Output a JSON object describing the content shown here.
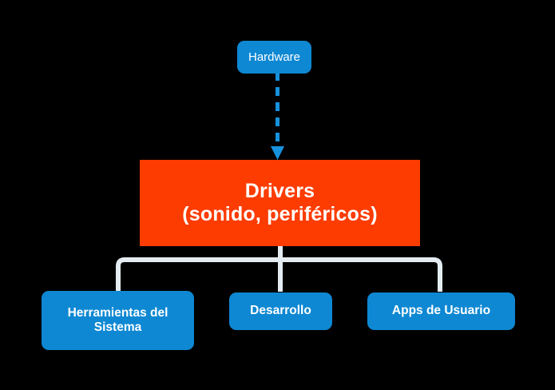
{
  "diagram": {
    "title_text": "",
    "background_color": "#000000",
    "colors": {
      "node_blue": "#0E88D3",
      "node_orange": "#FC3C00",
      "connector_white": "#E4ECF2",
      "arrow_blue": "#1792DE",
      "text_white": "#FFFFFF"
    },
    "nodes": {
      "hardware": {
        "label": "Hardware",
        "shape": "rounded-rectangle",
        "fill": "#0E88D3"
      },
      "drivers": {
        "label": "Drivers\n(sonido, periféricos)",
        "line1": "Drivers",
        "line2": "(sonido, periféricos)",
        "shape": "rectangle",
        "fill": "#FC3C00"
      },
      "herramientas": {
        "label": "Herramientas del\nSistema",
        "line1": "Herramientas del",
        "line2": "Sistema",
        "shape": "rounded-rectangle",
        "fill": "#0E88D3"
      },
      "desarrollo": {
        "label": "Desarrollo",
        "shape": "rounded-rectangle",
        "fill": "#0E88D3"
      },
      "apps_usuario": {
        "label": "Apps de Usuario",
        "shape": "rounded-rectangle",
        "fill": "#0E88D3"
      }
    },
    "connectors": {
      "hardware_to_drivers": {
        "style": "dashed",
        "color": "#1792DE",
        "arrowhead": "down",
        "from": "hardware",
        "to": "drivers"
      },
      "drivers_to_children": {
        "style": "solid-bracket",
        "color": "#E4ECF2",
        "arrowhead": "none",
        "from": "drivers",
        "to": "herramientas, desarrollo, apps_usuario"
      }
    }
  }
}
